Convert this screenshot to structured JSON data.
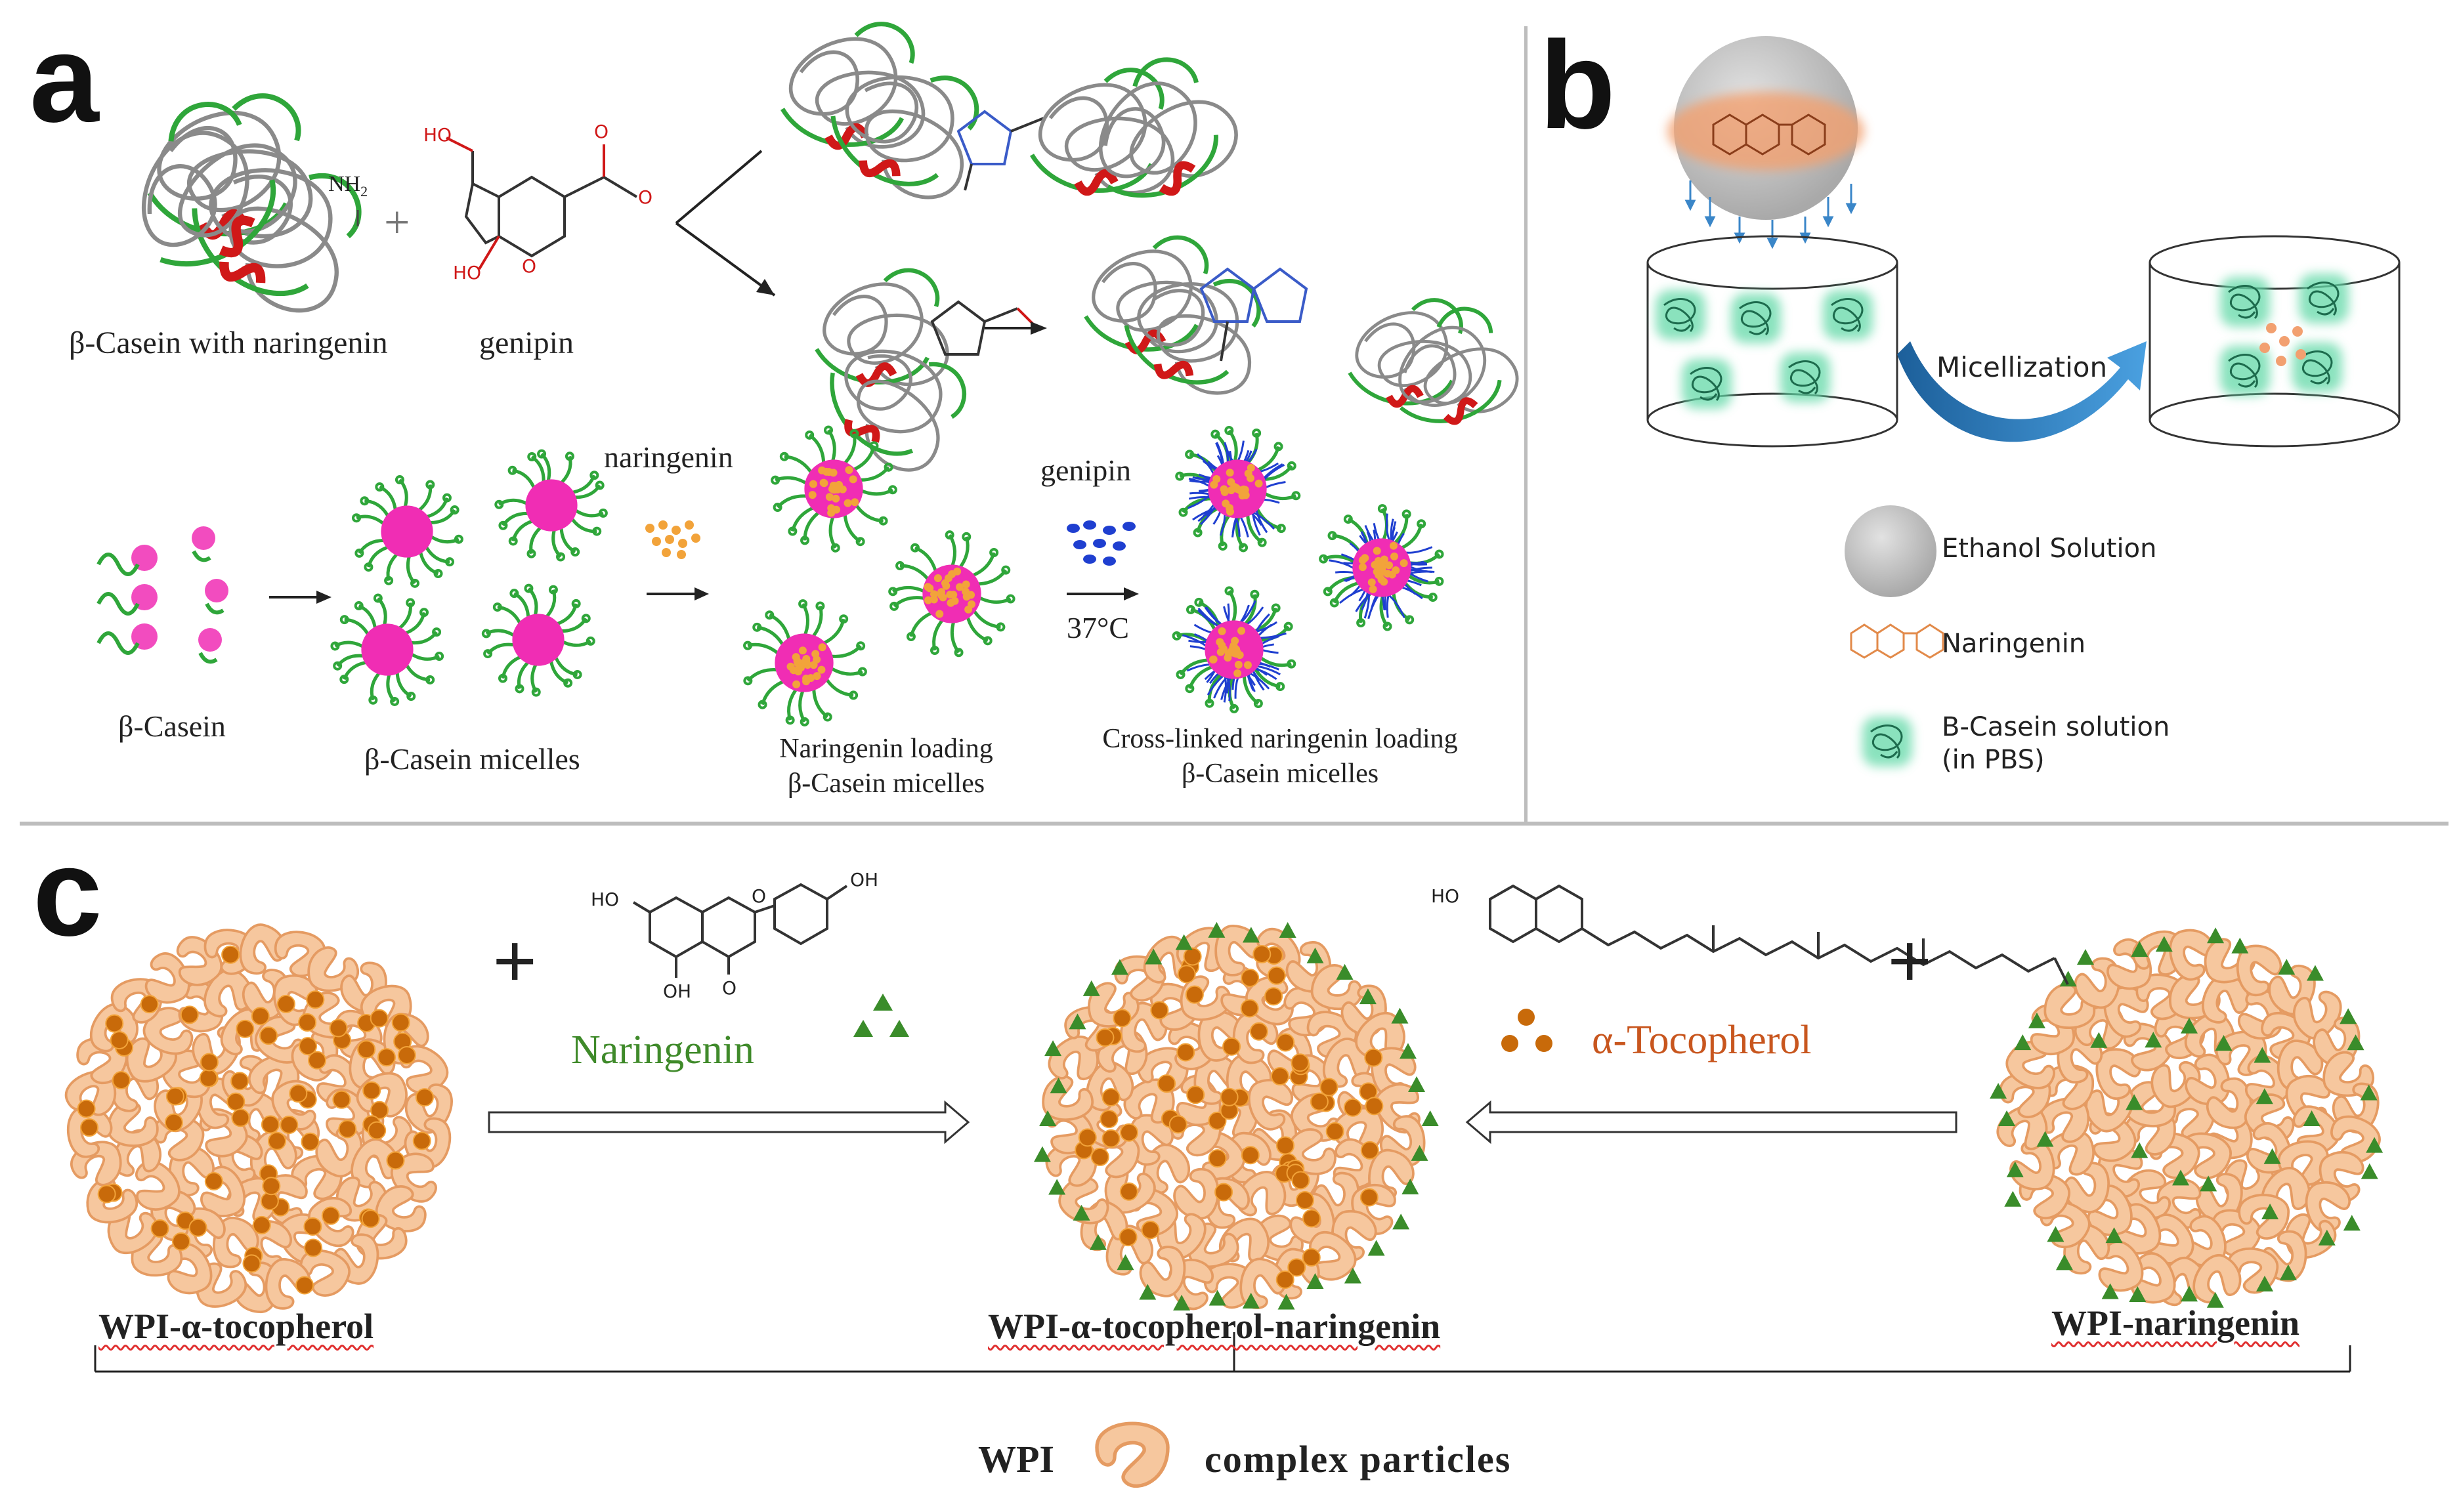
{
  "panels": {
    "a": {
      "letter": "a",
      "nh2_label": "NH",
      "nh2_sub": "2",
      "plus": "+",
      "casein_with_naringenin": "β-Casein with naringenin",
      "genipin_caption": "genipin",
      "naringenin_label": "naringenin",
      "genipin_label": "genipin",
      "temperature": "37°C",
      "casein_label": "β-Casein",
      "micelles_label": "β-Casein micelles",
      "loading_label_1": "Naringenin loading",
      "loading_label_2": "β-Casein micelles",
      "crosslinked_label_1": "Cross-linked naringenin loading",
      "crosslinked_label_2": "β-Casein micelles"
    },
    "b": {
      "letter": "b",
      "micellization": "Micellization",
      "legend": [
        {
          "icon": "ethanol-solution-icon",
          "label": "Ethanol Solution"
        },
        {
          "icon": "naringenin-molecule-icon",
          "label": "Naringenin"
        },
        {
          "icon": "casein-solution-icon",
          "label_1": "B-Casein solution",
          "label_2": "(in PBS)"
        }
      ]
    },
    "c": {
      "letter": "c",
      "plus_left": "+",
      "plus_right": "+",
      "naringenin_name": "Naringenin",
      "tocopherol_name": "α-Tocopherol",
      "wpi_tocopherol": "WPI-α-tocopherol",
      "wpi_tocopherol_naringenin": "WPI-α-tocopherol-naringenin",
      "wpi_naringenin": "WPI-naringenin",
      "wpi_word": "WPI",
      "complex_particles": "complex particles"
    }
  },
  "colors": {
    "green_chain": "#2fa63a",
    "magenta_core": "#f02db4",
    "orange_dot": "#f2a33a",
    "blue_crosslink": "#1f3fd0",
    "teal_casein": "#3fbf8f",
    "wpi_fill": "#f6c79e",
    "wpi_stroke": "#e59b62",
    "toco_dot": "#c86a0a",
    "naringenin_triangle": "#3a8c2a",
    "arrow_blue": "#3a86c8",
    "naringenin_text": "#3f8a2a",
    "tocopherol_text": "#c8561e"
  }
}
